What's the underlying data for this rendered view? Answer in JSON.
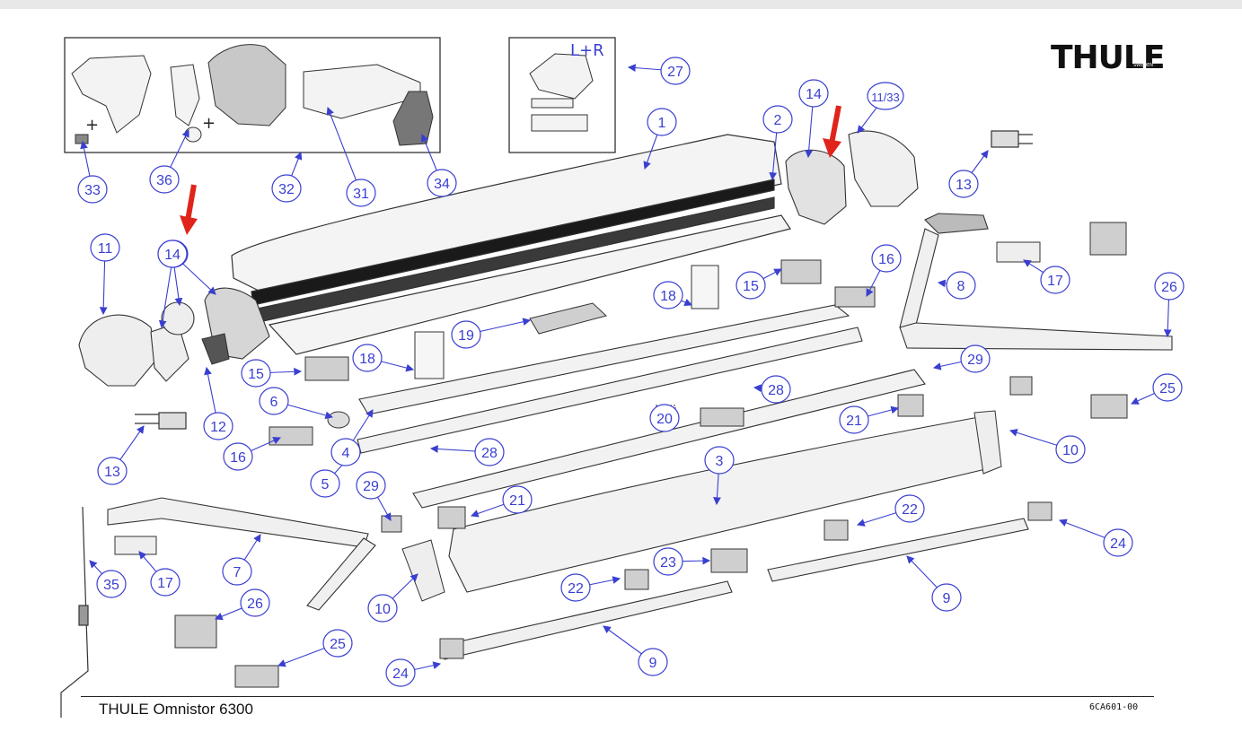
{
  "brand": {
    "logo": "THULE",
    "sub": "SWEDEN"
  },
  "footer": {
    "title": "THULE Omnistor 6300",
    "code": "6CA601-00"
  },
  "inset_labels": {
    "lr": "L+R"
  },
  "callouts": [
    "1",
    "2",
    "3",
    "4",
    "5",
    "6",
    "7",
    "8",
    "9",
    "9",
    "10",
    "10",
    "11",
    "11/33",
    "12",
    "13",
    "13",
    "14",
    "14",
    "15",
    "15",
    "16",
    "16",
    "17",
    "17",
    "18",
    "18",
    "19",
    "20",
    "21",
    "21",
    "22",
    "22",
    "23",
    "24",
    "24",
    "25",
    "25",
    "26",
    "26",
    "27",
    "28",
    "28",
    "29",
    "29",
    "31",
    "32",
    "33",
    "34",
    "35",
    "36"
  ],
  "colors": {
    "callout": "#3a3fd0",
    "arrow": "#e0241b",
    "line": "#222222"
  }
}
